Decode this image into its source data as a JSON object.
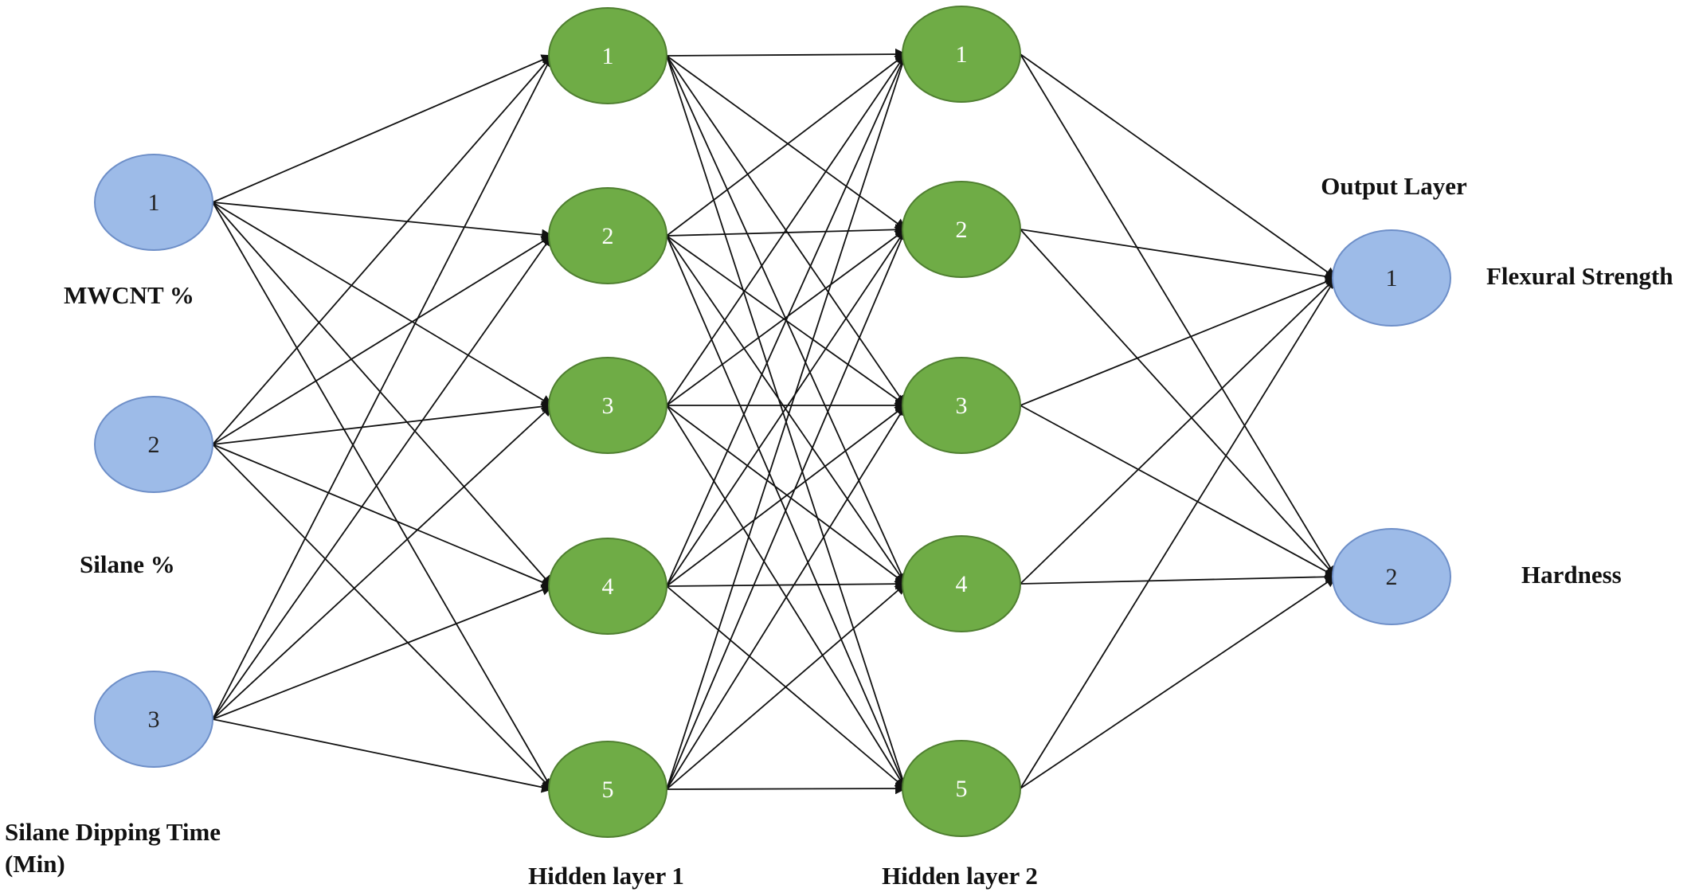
{
  "layers": [
    {
      "id": "input",
      "color": "#9dbbe8",
      "stroke": "#6e8fc8",
      "text_color": "#222222",
      "nodes": [
        {
          "label": "1",
          "caption_lines": [
            "MWCNT %"
          ]
        },
        {
          "label": "2",
          "caption_lines": [
            "Silane %"
          ]
        },
        {
          "label": "3",
          "caption_lines": [
            "Silane Dipping Time",
            "(Min)"
          ]
        }
      ]
    },
    {
      "id": "hidden1",
      "title": "Hidden layer 1",
      "color": "#6fac46",
      "stroke": "#4f7f30",
      "text_color": "#ffffff",
      "nodes": [
        {
          "label": "1"
        },
        {
          "label": "2"
        },
        {
          "label": "3"
        },
        {
          "label": "4"
        },
        {
          "label": "5"
        }
      ]
    },
    {
      "id": "hidden2",
      "title": "Hidden layer 2",
      "color": "#6fac46",
      "stroke": "#4f7f30",
      "text_color": "#ffffff",
      "nodes": [
        {
          "label": "1"
        },
        {
          "label": "2"
        },
        {
          "label": "3"
        },
        {
          "label": "4"
        },
        {
          "label": "5"
        }
      ]
    },
    {
      "id": "output",
      "title": "Output Layer",
      "color": "#9dbbe8",
      "stroke": "#6e8fc8",
      "text_color": "#222222",
      "nodes": [
        {
          "label": "1",
          "caption_lines": [
            "Flexural Strength"
          ]
        },
        {
          "label": "2",
          "caption_lines": [
            "Hardness"
          ]
        }
      ]
    }
  ],
  "edge_color": "#111111"
}
